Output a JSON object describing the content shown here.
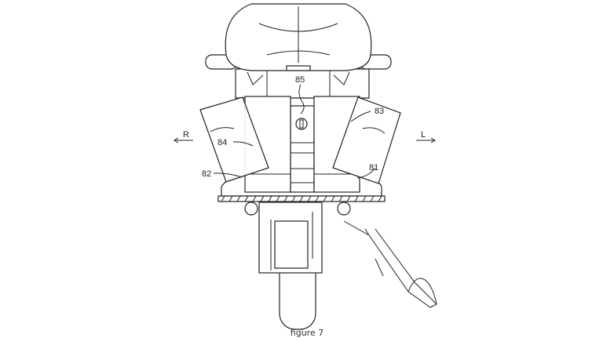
{
  "figure": {
    "caption": "figure 7",
    "labels": {
      "l85": "85",
      "l83": "83",
      "l84": "84",
      "l82": "82",
      "l81": "81",
      "dir_r": "R",
      "dir_l": "L"
    }
  }
}
